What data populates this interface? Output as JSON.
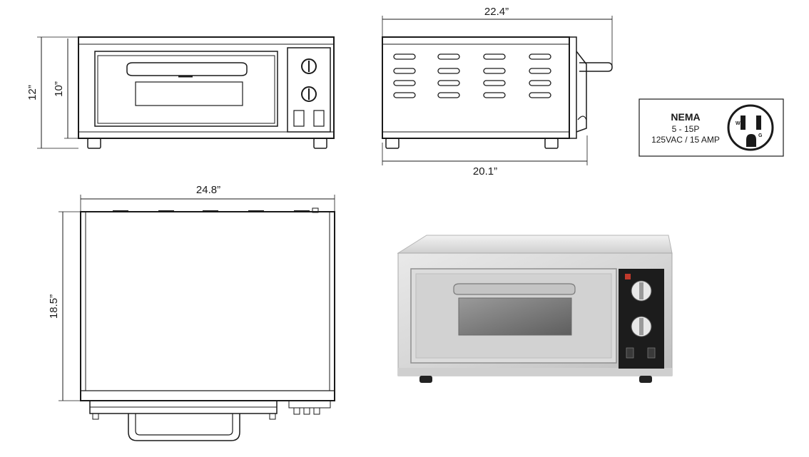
{
  "dimensions": {
    "front_height_outer": "12”",
    "front_height_inner": "10”",
    "side_top_width": "22.4”",
    "side_bottom_width": "20.1”",
    "top_width": "24.8”",
    "top_depth": "18.5”"
  },
  "nema": {
    "title": "NEMA",
    "type": "5 - 15P",
    "rating": "125VAC / 15 AMP",
    "pin_w": "W",
    "pin_g": "G"
  },
  "colors": {
    "line": "#1a1a1a",
    "steel_light": "#e6e6e6",
    "steel_mid": "#c9c9c9",
    "steel_dark": "#9a9a9a",
    "panel": "#1c1c1c",
    "glass": "#7d7d7d"
  }
}
